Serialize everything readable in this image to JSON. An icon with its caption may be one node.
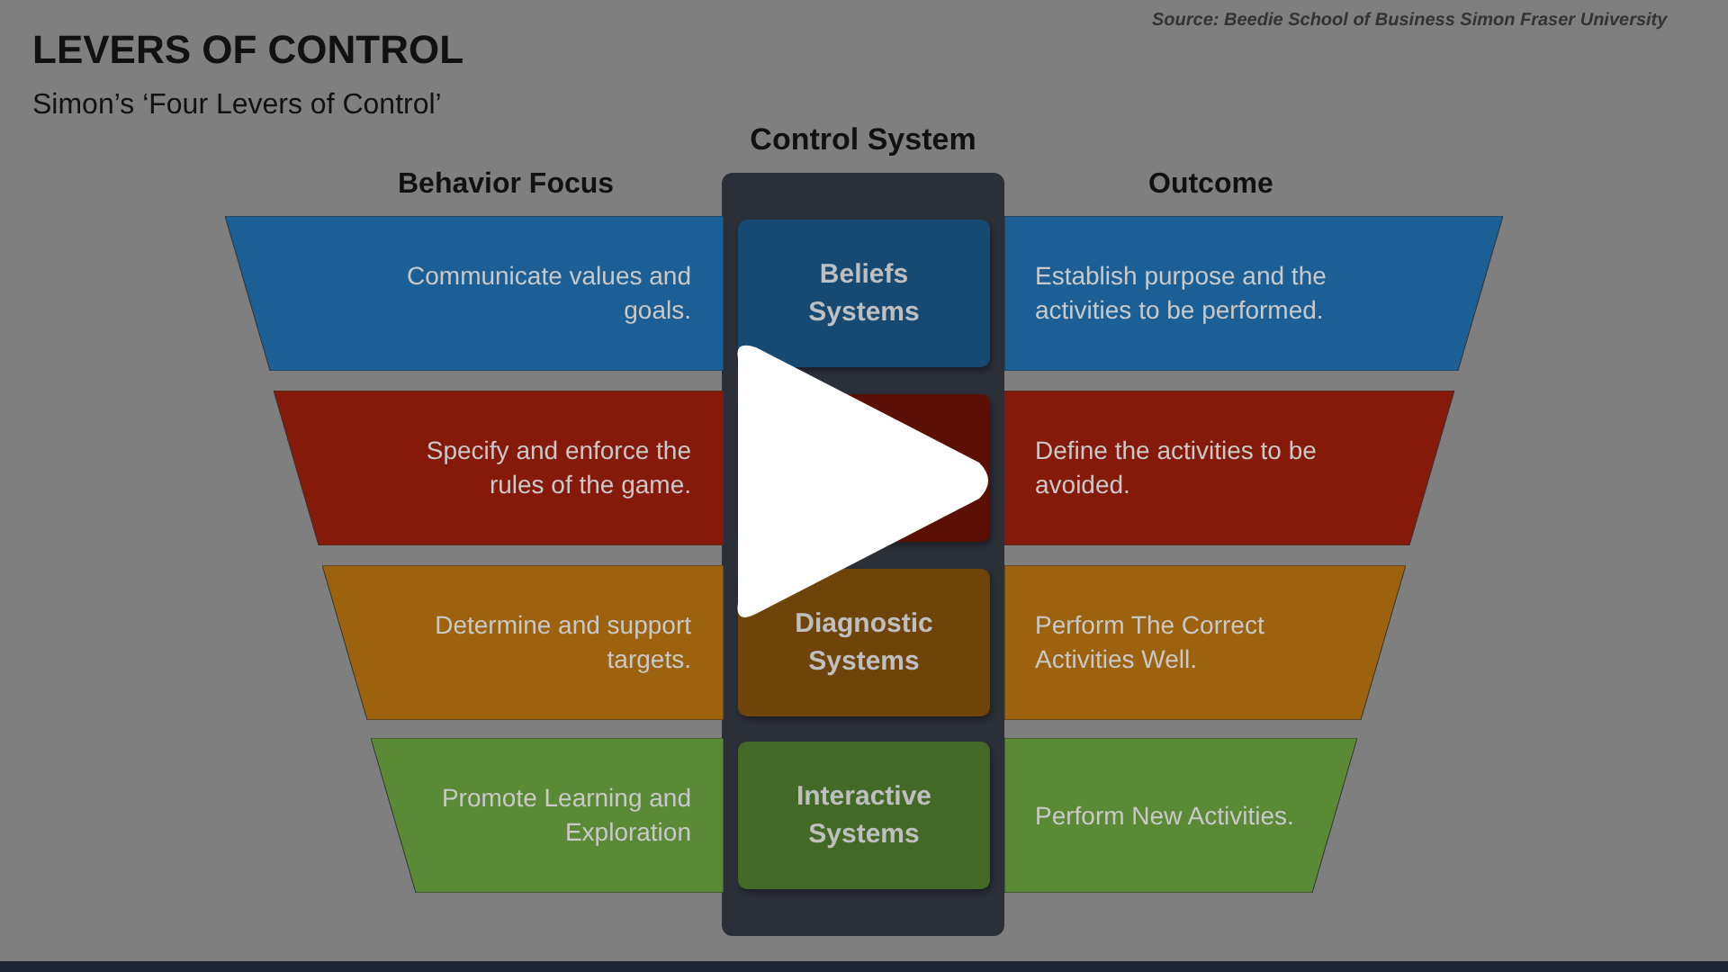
{
  "diagram": {
    "title": "LEVERS OF CONTROL",
    "nodes": [
      {
        "text": [
          "Control System"
        ]
      },
      {
        "text": [
          "Communicate values and goals."
        ]
      },
      {
        "text": [
          "Beliefs Systems"
        ],
        "in": 0
      },
      {
        "text": [
          "Establish purpose and the activities to be performed."
        ]
      },
      {
        "text": [
          "Specify and enforce the rules of the game."
        ]
      },
      {
        "text": [],
        "shape": "box",
        "in": 0
      },
      {
        "text": [
          "Define the activities to be avoided."
        ]
      },
      {
        "text": [
          "Determine and support targets."
        ]
      },
      {
        "text": [
          "Diagnostic Systems"
        ],
        "in": 0
      },
      {
        "text": [
          "Perform The Correct Activities Well."
        ]
      },
      {
        "text": [
          "Promote Learning and Exploration"
        ]
      },
      {
        "text": [
          "Interactive Systems"
        ],
        "in": 0
      },
      {
        "text": [
          "Perform New Activities."
        ]
      }
    ],
    "edges": [],
    "labels": [
      "Simon’s ‘Four Levers of Control’",
      "Source: Beedie School of Business Simon Fraser University",
      "Behavior Focus",
      "Outcome"
    ]
  }
}
